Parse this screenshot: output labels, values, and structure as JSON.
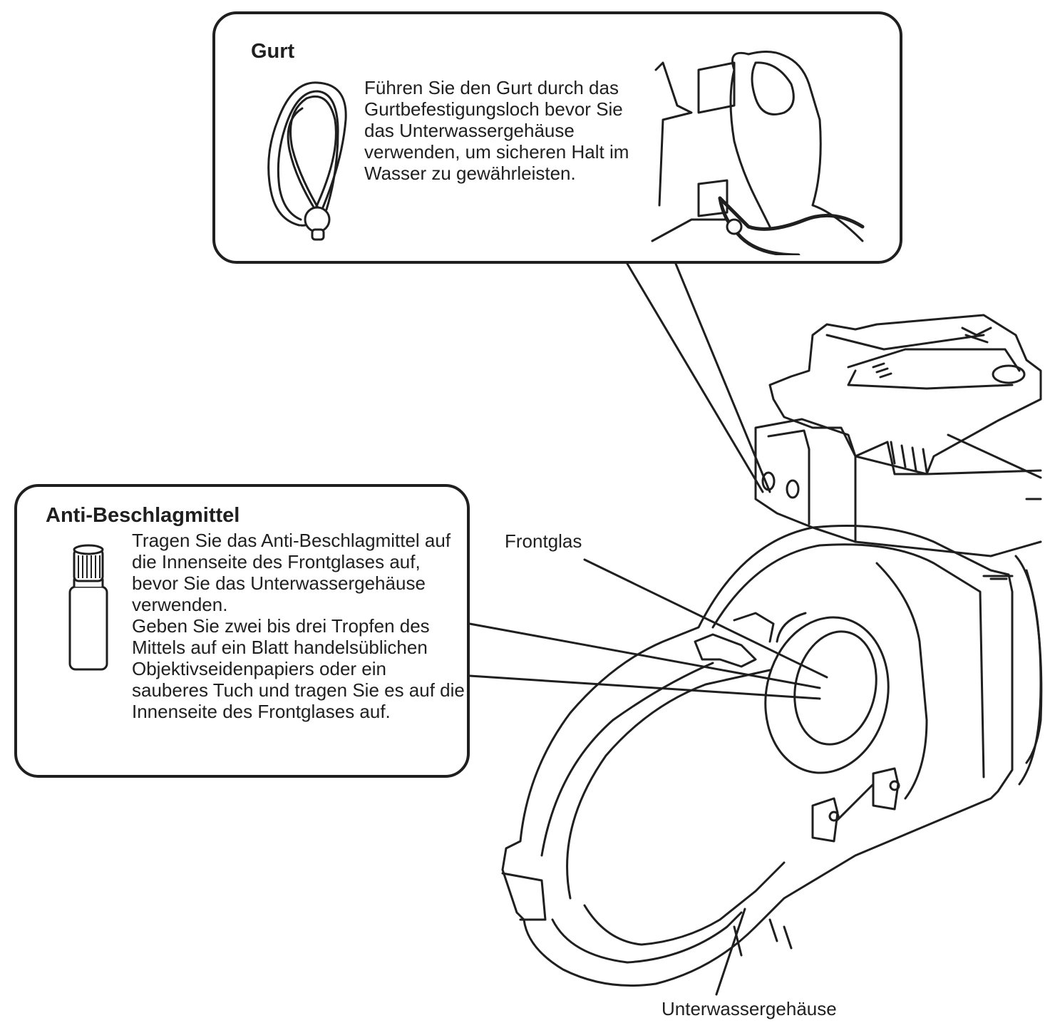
{
  "strap_section": {
    "heading": "Gurt",
    "text": "Führen Sie den Gurt durch das Gurtbefestigungsloch bevor Sie das Unterwassergehäuse verwenden, um sicheren Halt im Wasser zu gewährleisten.",
    "strap_icon": "strap-loop-icon",
    "hand_icon": "hand-attaching-strap-icon"
  },
  "antifog_section": {
    "heading": "Anti-Beschlagmittel",
    "paragraph_1": "Tragen Sie das Anti-Beschlagmittel auf die Innenseite des Frontglases auf, bevor Sie das Unterwassergehäuse verwenden.",
    "paragraph_2": "Geben Sie zwei bis drei Tropfen des Mittels auf ein Blatt handelsüblichen Objektivseidenpapiers oder ein sauberes Tuch und tragen Sie es auf die Innenseite des Frontglases auf.",
    "bottle_icon": "antifog-bottle-icon"
  },
  "labels": {
    "front_glass": "Frontglas",
    "housing": "Unterwassergehäuse"
  },
  "housing_illustration": "underwater-housing-icon"
}
